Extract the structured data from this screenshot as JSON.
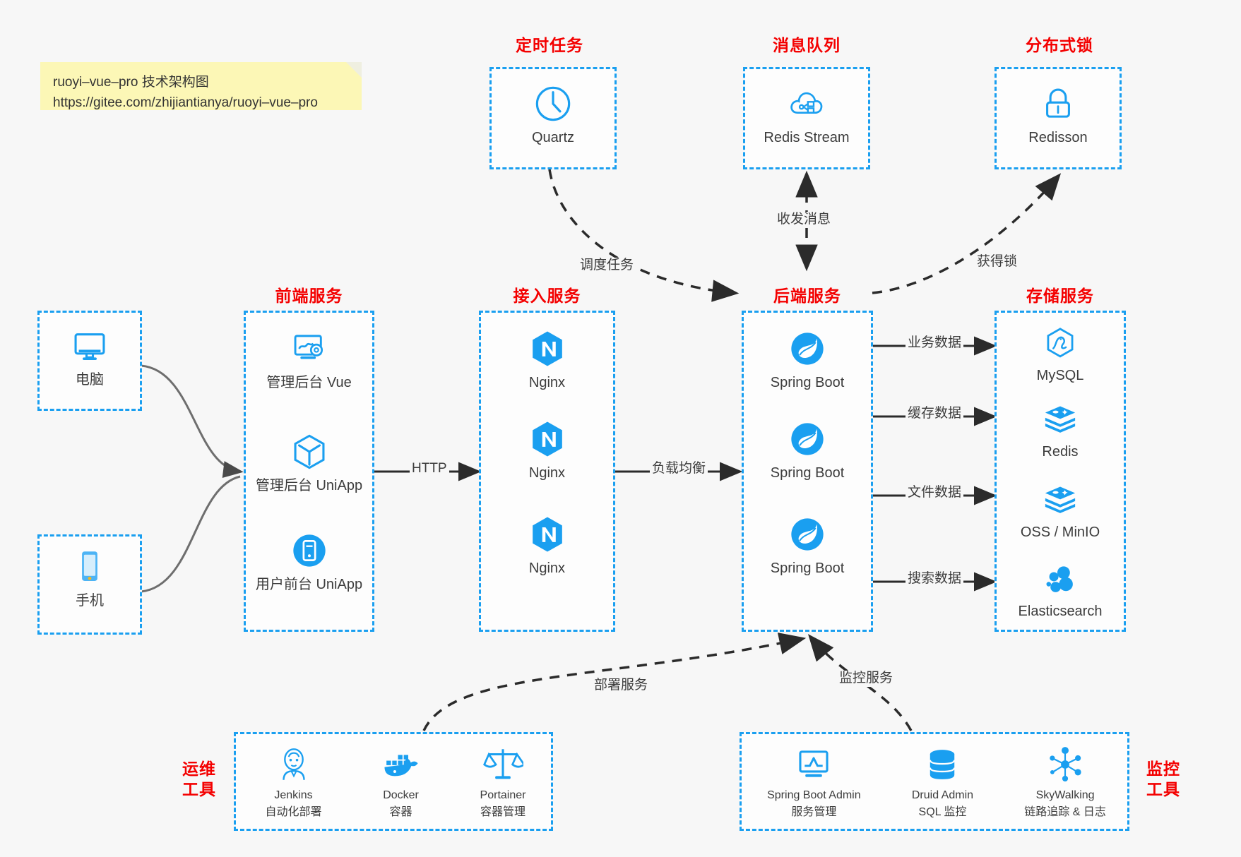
{
  "note": {
    "line1": "ruoyi–vue–pro 技术架构图",
    "line2": "https://gitee.com/zhijiantianya/ruoyi–vue–pro"
  },
  "colors": {
    "accent_blue": "#1a9ff0",
    "title_red": "#f40000",
    "background": "#f7f7f7",
    "note_yellow": "#fcf7b6",
    "edge_dark": "#2b2b2b"
  },
  "sections": {
    "scheduled_task": {
      "title": "定时任务"
    },
    "message_queue": {
      "title": "消息队列"
    },
    "distributed_lock": {
      "title": "分布式锁"
    },
    "frontend": {
      "title": "前端服务"
    },
    "gateway": {
      "title": "接入服务"
    },
    "backend": {
      "title": "后端服务"
    },
    "storage": {
      "title": "存储服务"
    },
    "devops": {
      "title_line1": "运维",
      "title_line2": "工具"
    },
    "monitor": {
      "title_line1": "监控",
      "title_line2": "工具"
    }
  },
  "clients": [
    {
      "label": "电脑",
      "icon": "desktop-computer-icon"
    },
    {
      "label": "手机",
      "icon": "mobile-phone-icon"
    }
  ],
  "scheduled_task_nodes": [
    {
      "label": "Quartz",
      "icon": "clock-icon"
    }
  ],
  "message_queue_nodes": [
    {
      "label": "Redis Stream",
      "icon": "cloud-stream-icon"
    }
  ],
  "distributed_lock_nodes": [
    {
      "label": "Redisson",
      "icon": "lock-icon"
    }
  ],
  "frontend_nodes": [
    {
      "label": "管理后台 Vue",
      "icon": "dashboard-gear-icon"
    },
    {
      "label": "管理后台 UniApp",
      "icon": "cube-icon"
    },
    {
      "label": "用户前台 UniApp",
      "icon": "mobile-app-icon"
    }
  ],
  "gateway_nodes": [
    {
      "label": "Nginx",
      "icon": "nginx-icon"
    },
    {
      "label": "Nginx",
      "icon": "nginx-icon"
    },
    {
      "label": "Nginx",
      "icon": "nginx-icon"
    }
  ],
  "backend_nodes": [
    {
      "label": "Spring Boot",
      "icon": "spring-boot-icon"
    },
    {
      "label": "Spring Boot",
      "icon": "spring-boot-icon"
    },
    {
      "label": "Spring Boot",
      "icon": "spring-boot-icon"
    }
  ],
  "storage_nodes": [
    {
      "label": "MySQL",
      "icon": "mysql-icon"
    },
    {
      "label": "Redis",
      "icon": "redis-icon"
    },
    {
      "label": "OSS / MinIO",
      "icon": "object-storage-icon"
    },
    {
      "label": "Elasticsearch",
      "icon": "elasticsearch-icon"
    }
  ],
  "devops_tools": [
    {
      "name": "Jenkins",
      "desc": "自动化部署",
      "icon": "jenkins-icon"
    },
    {
      "name": "Docker",
      "desc": "容器",
      "icon": "docker-icon"
    },
    {
      "name": "Portainer",
      "desc": "容器管理",
      "icon": "scales-icon"
    }
  ],
  "monitor_tools": [
    {
      "name": "Spring Boot Admin",
      "desc": "服务管理",
      "icon": "monitor-chart-icon"
    },
    {
      "name": "Druid Admin",
      "desc": "SQL 监控",
      "icon": "database-icon"
    },
    {
      "name": "SkyWalking",
      "desc": "链路追踪 & 日志",
      "icon": "skywalking-icon"
    }
  ],
  "edges": [
    {
      "id": "http",
      "label": "HTTP",
      "from": "frontend",
      "to": "gateway",
      "style": "solid"
    },
    {
      "id": "load-balance",
      "label": "负载均衡",
      "from": "gateway",
      "to": "backend",
      "style": "solid"
    },
    {
      "id": "business-data",
      "label": "业务数据",
      "from": "backend",
      "to": "mysql",
      "style": "solid"
    },
    {
      "id": "cache-data",
      "label": "缓存数据",
      "from": "backend",
      "to": "redis",
      "style": "solid"
    },
    {
      "id": "file-data",
      "label": "文件数据",
      "from": "backend",
      "to": "oss",
      "style": "solid"
    },
    {
      "id": "search-data",
      "label": "搜索数据",
      "from": "backend",
      "to": "elasticsearch",
      "style": "solid"
    },
    {
      "id": "schedule-task",
      "label": "调度任务",
      "from": "quartz",
      "to": "backend",
      "style": "dashed"
    },
    {
      "id": "send-receive-message",
      "label": "收发消息",
      "from": "redis-stream",
      "to": "backend",
      "style": "dashed-bidirectional"
    },
    {
      "id": "acquire-lock",
      "label": "获得锁",
      "from": "backend",
      "to": "redisson",
      "style": "dashed"
    },
    {
      "id": "deploy-service",
      "label": "部署服务",
      "from": "devops",
      "to": "backend",
      "style": "dashed"
    },
    {
      "id": "monitor-service",
      "label": "监控服务",
      "from": "monitor",
      "to": "backend",
      "style": "dashed"
    }
  ]
}
